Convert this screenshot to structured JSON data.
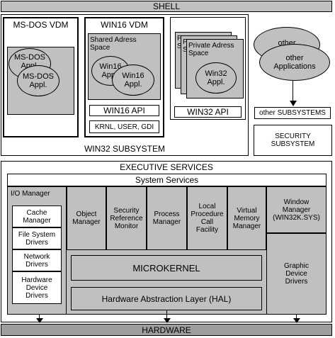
{
  "shell": "SHELL",
  "win32_subsystem": "WIN32 SUBSYSTEM",
  "msdos_vdm": {
    "title": "MS-DOS VDM",
    "back_app": "MS-DOS\nAppl.",
    "front_app": "MS-DOS\nAppl."
  },
  "win16_vdm": {
    "title": "WIN16 VDM",
    "shared_space": "Shared Adress\nSpace",
    "back_app": "Win16\nAppl.",
    "front_app": "Win16\nAppl.",
    "api": "WIN16 API",
    "libs": "KRNL, USER, GDI"
  },
  "win32": {
    "back_frames": [
      "P\nS",
      "P\nS"
    ],
    "private_space": "Private Adress\nSpace",
    "app": "Win32\nAppl.",
    "api": "WIN32 API"
  },
  "other": {
    "back_app": "other",
    "front_app": "other\nApplications",
    "subsystems": "other SUBSYSTEMS"
  },
  "security_subsystem": "SECURITY\nSUBSYSTEM",
  "executive": {
    "title": "EXECUTIVE SERVICES",
    "system_services": "System Services",
    "io_manager": "I/O Manager",
    "io_items": [
      "Cache\nManager",
      "File System\nDrivers",
      "Network\nDrivers",
      "Hardware\nDevice\nDrivers"
    ],
    "components": [
      "Object\nManager",
      "Security\nReference\nMonitor",
      "Process\nManager",
      "Local\nProcedure\nCall\nFacility",
      "Virtual\nMemory\nManager"
    ],
    "window_manager": "Window\nManager\n(WIN32K.SYS)",
    "graphic_drivers": "Graphic\nDevice\nDrivers",
    "microkernel": "MICROKERNEL",
    "hal": "Hardware Abstraction Layer (HAL)"
  },
  "hardware": "HARDWARE",
  "colors": {
    "gray": "#c0c0c0",
    "line": "#000000",
    "background": "#ffffff"
  }
}
